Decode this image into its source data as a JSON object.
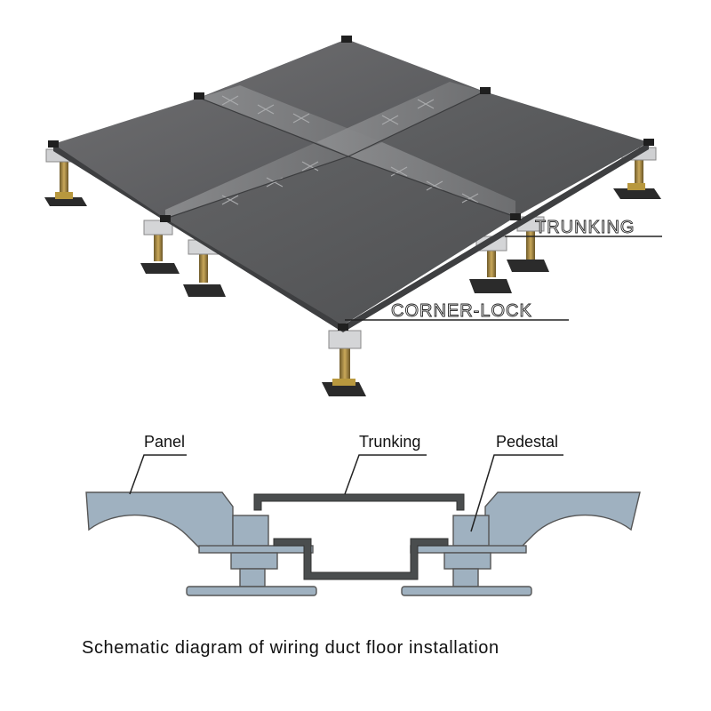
{
  "photo": {
    "callouts": {
      "trunking": "TRUNKING",
      "corner_lock": "CORNER-LOCK"
    }
  },
  "schematic": {
    "labels": {
      "panel": "Panel",
      "trunking": "Trunking",
      "pedestal": "Pedestal"
    },
    "colors": {
      "fill": "#9fb1c0",
      "outline": "#555555",
      "duct": "#4a4d4e"
    }
  },
  "caption": "Schematic diagram of wiring duct floor installation"
}
